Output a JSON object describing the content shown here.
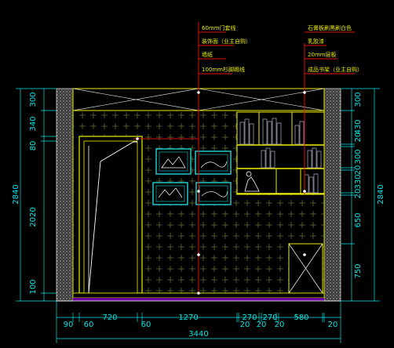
{
  "colors": {
    "background": "#000000",
    "dimension": "#00e5e5",
    "leader": "#e01010",
    "note_text": "#e8e800",
    "outline": "#f0f000",
    "pattern": "#5a7030",
    "frame": "#1ec8c8",
    "book": "#9a9ab0",
    "floor": "#7000a0"
  },
  "annotations_left": [
    "60mm门套线",
    "装饰面（业主自购）",
    "墙纸",
    "100mm杉脚踢线"
  ],
  "annotations_right": [
    "石膏板刷黑刷白色",
    "乳胶漆",
    "20mm层板",
    "成品书架（业主自购）"
  ],
  "dims_left_outer": [
    "2840"
  ],
  "dims_left_inner": [
    "300",
    "340",
    "80",
    "2020",
    "100"
  ],
  "dims_right_inner": [
    "300",
    "430",
    "20",
    "300",
    "20",
    "330",
    "20",
    "650",
    "750"
  ],
  "dims_right_outer": [
    "2840"
  ],
  "dims_bottom_row1": [
    "90",
    "60",
    "720",
    "60",
    "1270",
    "20",
    "270",
    "20",
    "270",
    "20",
    "580",
    "20"
  ],
  "dims_bottom_total": [
    "3440"
  ]
}
